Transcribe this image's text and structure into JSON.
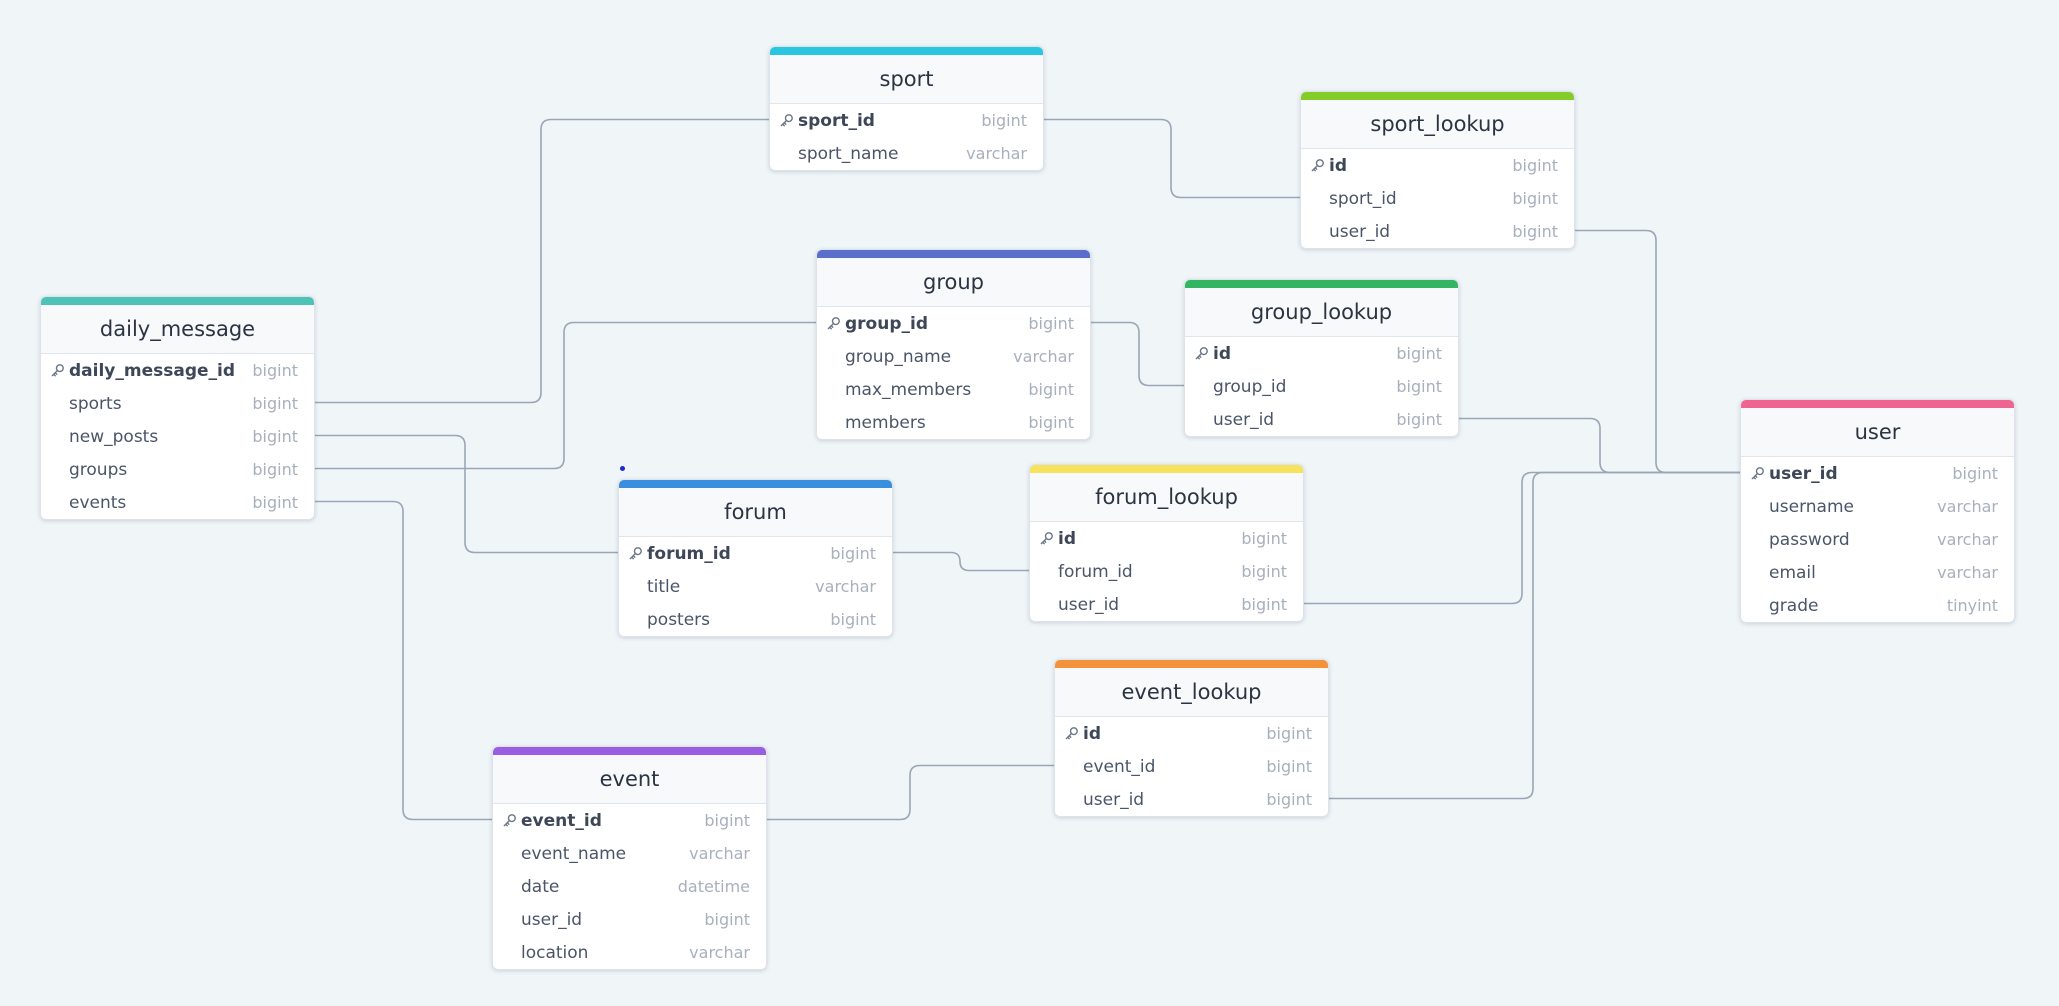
{
  "tables": [
    {
      "id": "sport",
      "name": "sport",
      "color": "#2ac6e0",
      "columns": [
        {
          "name": "sport_id",
          "type": "bigint",
          "pk": true
        },
        {
          "name": "sport_name",
          "type": "varchar"
        }
      ]
    },
    {
      "id": "sport_lookup",
      "name": "sport_lookup",
      "color": "#84cc2a",
      "columns": [
        {
          "name": "id",
          "type": "bigint",
          "pk": true
        },
        {
          "name": "sport_id",
          "type": "bigint"
        },
        {
          "name": "user_id",
          "type": "bigint"
        }
      ]
    },
    {
      "id": "daily_message",
      "name": "daily_message",
      "color": "#4dc2b6",
      "columns": [
        {
          "name": "daily_message_id",
          "type": "bigint",
          "pk": true
        },
        {
          "name": "sports",
          "type": "bigint"
        },
        {
          "name": "new_posts",
          "type": "bigint"
        },
        {
          "name": "groups",
          "type": "bigint"
        },
        {
          "name": "events",
          "type": "bigint"
        }
      ]
    },
    {
      "id": "group",
      "name": "group",
      "color": "#5a6fcc",
      "columns": [
        {
          "name": "group_id",
          "type": "bigint",
          "pk": true
        },
        {
          "name": "group_name",
          "type": "varchar"
        },
        {
          "name": "max_members",
          "type": "bigint"
        },
        {
          "name": "members",
          "type": "bigint"
        }
      ]
    },
    {
      "id": "group_lookup",
      "name": "group_lookup",
      "color": "#34b561",
      "columns": [
        {
          "name": "id",
          "type": "bigint",
          "pk": true
        },
        {
          "name": "group_id",
          "type": "bigint"
        },
        {
          "name": "user_id",
          "type": "bigint"
        }
      ]
    },
    {
      "id": "user",
      "name": "user",
      "color": "#ee6592",
      "columns": [
        {
          "name": "user_id",
          "type": "bigint",
          "pk": true
        },
        {
          "name": "username",
          "type": "varchar"
        },
        {
          "name": "password",
          "type": "varchar"
        },
        {
          "name": "email",
          "type": "varchar"
        },
        {
          "name": "grade",
          "type": "tinyint"
        }
      ]
    },
    {
      "id": "forum",
      "name": "forum",
      "color": "#3a8ede",
      "columns": [
        {
          "name": "forum_id",
          "type": "bigint",
          "pk": true
        },
        {
          "name": "title",
          "type": "varchar"
        },
        {
          "name": "posters",
          "type": "bigint"
        }
      ]
    },
    {
      "id": "forum_lookup",
      "name": "forum_lookup",
      "color": "#f7e35b",
      "columns": [
        {
          "name": "id",
          "type": "bigint",
          "pk": true
        },
        {
          "name": "forum_id",
          "type": "bigint"
        },
        {
          "name": "user_id",
          "type": "bigint"
        }
      ]
    },
    {
      "id": "event_lookup",
      "name": "event_lookup",
      "color": "#f3923a",
      "columns": [
        {
          "name": "id",
          "type": "bigint",
          "pk": true
        },
        {
          "name": "event_id",
          "type": "bigint"
        },
        {
          "name": "user_id",
          "type": "bigint"
        }
      ]
    },
    {
      "id": "event",
      "name": "event",
      "color": "#9a5ee0",
      "columns": [
        {
          "name": "event_id",
          "type": "bigint",
          "pk": true
        },
        {
          "name": "event_name",
          "type": "varchar"
        },
        {
          "name": "date",
          "type": "datetime"
        },
        {
          "name": "user_id",
          "type": "bigint"
        },
        {
          "name": "location",
          "type": "varchar"
        }
      ]
    }
  ],
  "relations": [
    {
      "from": "daily_message.sports",
      "to": "sport.sport_id"
    },
    {
      "from": "daily_message.groups",
      "to": "group.group_id"
    },
    {
      "from": "daily_message.new_posts",
      "to": "forum.forum_id"
    },
    {
      "from": "daily_message.events",
      "to": "event.event_id"
    },
    {
      "from": "sport_lookup.sport_id",
      "to": "sport.sport_id"
    },
    {
      "from": "sport_lookup.user_id",
      "to": "user.user_id"
    },
    {
      "from": "group_lookup.group_id",
      "to": "group.group_id"
    },
    {
      "from": "group_lookup.user_id",
      "to": "user.user_id"
    },
    {
      "from": "forum_lookup.forum_id",
      "to": "forum.forum_id"
    },
    {
      "from": "forum_lookup.user_id",
      "to": "user.user_id"
    },
    {
      "from": "event_lookup.event_id",
      "to": "event.event_id"
    },
    {
      "from": "event_lookup.user_id",
      "to": "user.user_id"
    }
  ]
}
